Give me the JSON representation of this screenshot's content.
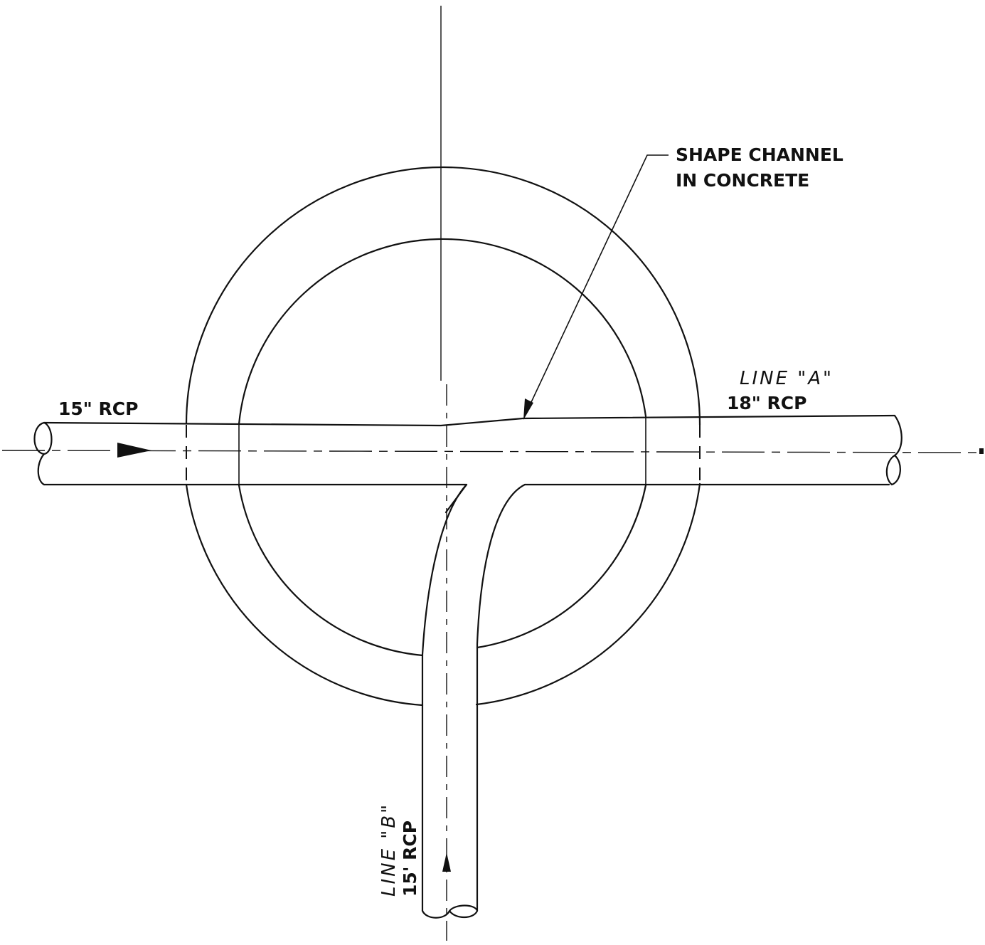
{
  "labels": {
    "inlet_west": "15\" RCP",
    "outlet_line_name": "LINE \"A\"",
    "outlet_east": "18\" RCP",
    "inlet_south_line_name": "LINE \"B\"",
    "inlet_south": "15' RCP",
    "note_line1": "SHAPE CHANNEL",
    "note_line2": "IN CONCRETE"
  }
}
